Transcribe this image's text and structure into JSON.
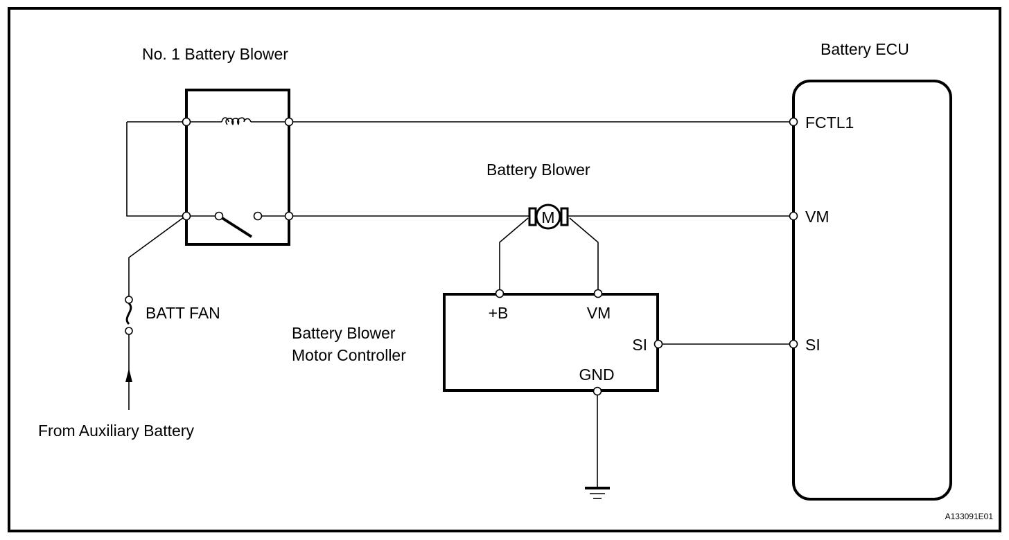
{
  "diagram": {
    "type": "wiring-schematic",
    "components": {
      "relay": {
        "title": "No. 1 Battery Blower"
      },
      "ecu": {
        "title": "Battery ECU",
        "pins": [
          "FCTL1",
          "VM",
          "SI"
        ]
      },
      "blower": {
        "title": "Battery Blower",
        "motor_symbol": "M"
      },
      "controller": {
        "title_line1": "Battery Blower",
        "title_line2": "Motor Controller",
        "pins": [
          "+B",
          "VM",
          "SI",
          "GND"
        ]
      },
      "fuse": {
        "label": "BATT FAN"
      },
      "source": {
        "label": "From Auxiliary Battery"
      }
    },
    "connections": [
      {
        "from": "No. 1 Battery Blower (coil)",
        "to": "Battery ECU FCTL1"
      },
      {
        "from": "No. 1 Battery Blower (switch)",
        "to": "Battery Blower motor"
      },
      {
        "from": "Battery Blower motor",
        "to": "Battery ECU VM"
      },
      {
        "from": "Battery Blower motor",
        "to": "Battery Blower Motor Controller +B"
      },
      {
        "from": "Battery Blower motor",
        "to": "Battery Blower Motor Controller VM"
      },
      {
        "from": "Battery Blower Motor Controller SI",
        "to": "Battery ECU SI"
      },
      {
        "from": "Battery Blower Motor Controller GND",
        "to": "Ground"
      },
      {
        "from": "BATT FAN fuse",
        "to": "No. 1 Battery Blower"
      },
      {
        "from": "Auxiliary Battery",
        "to": "BATT FAN fuse"
      }
    ],
    "figure_id": "A133091E01"
  }
}
